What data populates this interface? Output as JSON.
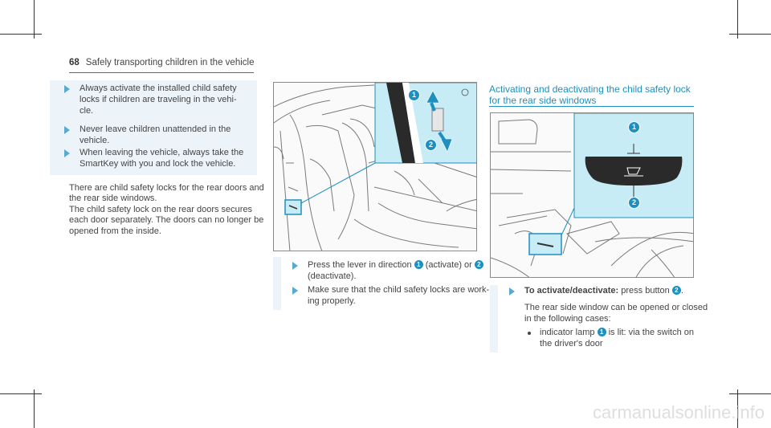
{
  "header": {
    "page_number": "68",
    "title": "Safely transporting children in the vehicle"
  },
  "left_column": {
    "bullets": [
      {
        "line1": "Always activate the installed child safety",
        "line2": "locks if children are traveling in the vehi-",
        "line3": "cle."
      },
      {
        "line1": "Never leave children unattended in the",
        "line2": "vehicle."
      },
      {
        "line1": "When leaving the vehicle, always take the",
        "line2": "SmartKey with you and lock the vehicle."
      }
    ],
    "paragraph": {
      "line1": "There are child safety locks for the rear doors and",
      "line2": "the rear side windows.",
      "line3": "The child safety lock on the rear doors secures",
      "line4": "each door separately. The doors can no longer be",
      "line5": "opened from the inside."
    }
  },
  "middle_column": {
    "figure_callouts": [
      "1",
      "2"
    ],
    "bullets": [
      {
        "text_a": "Press the lever in direction",
        "num1": "1",
        "text_b": "(activate) or",
        "num2": "2",
        "line2": "(deactivate)."
      },
      {
        "line1": "Make sure that the child safety locks are work-",
        "line2": "ing properly."
      }
    ]
  },
  "right_column": {
    "section_title_line1": "Activating and deactivating the child safety lock",
    "section_title_line2": "for the rear side windows",
    "figure_callouts": [
      "1",
      "2"
    ],
    "step": {
      "label": "To activate/deactivate:",
      "text": "press button",
      "num": "2"
    },
    "para_line1": "The rear side window can be opened or closed",
    "para_line2": "in the following cases:",
    "sub_bullet": {
      "text_a": "indicator lamp",
      "num": "1",
      "text_b": "is lit: via the switch on",
      "line2": "the driver's door"
    }
  },
  "watermark": "carmanualsonline.info",
  "colors": {
    "accent": "#1e8fbf",
    "bullet_triangle": "#5aa9cf",
    "bullet_bg": "#ecf4fa",
    "inset_bg": "#c8ecf5"
  }
}
